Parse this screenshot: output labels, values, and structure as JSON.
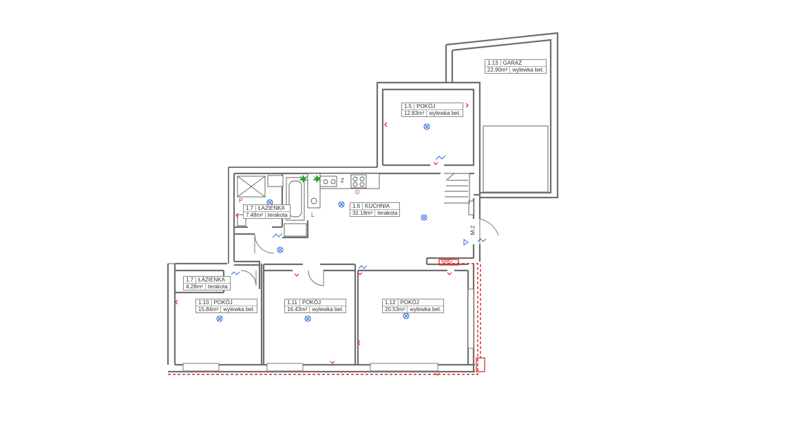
{
  "rooms": [
    {
      "id": "r113",
      "num": "1.13",
      "name": "GARAŻ",
      "area": "22.90",
      "unit": "m²",
      "floor": "wylewka bet."
    },
    {
      "id": "r15",
      "num": "1.5",
      "name": "POKÓJ",
      "area": "12.83",
      "unit": "m²",
      "floor": "wylewka bet."
    },
    {
      "id": "r16",
      "num": "1.6",
      "name": "KUCHNIA",
      "area": "32.18",
      "unit": "m²",
      "floor": "terakota"
    },
    {
      "id": "r17a",
      "num": "1.7",
      "name": "ŁAZIENKA",
      "area": "7.48",
      "unit": "m²",
      "floor": "terakota"
    },
    {
      "id": "r17b",
      "num": "1.7",
      "name": "ŁAZIENKA",
      "area": "4.28",
      "unit": "m²",
      "floor": "terakota"
    },
    {
      "id": "r110",
      "num": "1.10",
      "name": "POKÓJ",
      "area": "15.84",
      "unit": "m²",
      "floor": "wylewka bet."
    },
    {
      "id": "r111",
      "num": "1.11",
      "name": "POKÓJ",
      "area": "16.43",
      "unit": "m²",
      "floor": "wylewka bet."
    },
    {
      "id": "r112",
      "num": "1.12",
      "name": "POKÓJ",
      "area": "20.53",
      "unit": "m²",
      "floor": "wylewka bet."
    }
  ],
  "marks": {
    "stove_letter": "Z",
    "outlet_letter": "P",
    "light_letter": "L",
    "vent_letter": "O",
    "corridor_tag": "M-2",
    "box_tag": "RMG"
  },
  "colors": {
    "walls": "#6d6d6d",
    "electrical": "#d91c1c",
    "lighting": "#2f6fd6",
    "gas": "#2aa32a"
  }
}
